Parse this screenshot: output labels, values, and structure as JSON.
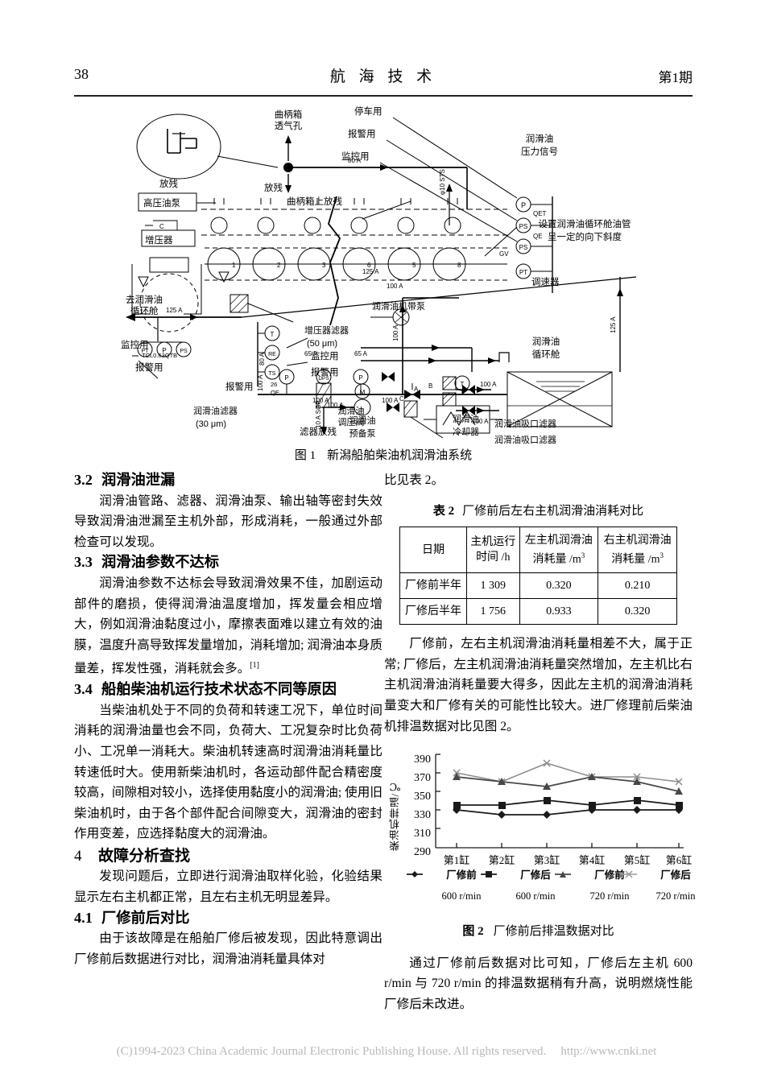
{
  "header": {
    "page_number": "38",
    "journal_title": "航 海 技 术",
    "issue": "第1期"
  },
  "figure1": {
    "caption_label": "图 1",
    "caption_text": "新潟船舶柴油机润滑油系统",
    "labels": {
      "crankcase_vent": "曲柄箱\n透气孔",
      "drain_left": "放残",
      "drain_mid": "放残",
      "crankcase_drain": "曲柄箱上放残",
      "stop_use": "停车用",
      "alarm_use_top": "报警用",
      "monitor_use_top": "监控用",
      "oil_pressure_signal": "润滑油\n压力信号",
      "hp_oil_pump": "高压油泵",
      "supercharger": "增压器",
      "governor": "调速器",
      "supercharger_filter": "增压器滤器",
      "supercharger_filter_spec": "(50 μm)",
      "monitor_use_mid": "监控用",
      "alarm_use_mid": "报警用",
      "to_lube_tank": "去润滑油\n循环舱",
      "monitor_use_left": "监控用",
      "alarm_use_left": "报警用",
      "tcl_code": "TCL0.63QTB",
      "alarm_use_low": "报警用",
      "lube_filter": "润滑油滤器",
      "lube_filter_spec": "(30 μm)",
      "filter_drain": "滤器放残",
      "pressure_valve": "润滑油\n调压阀",
      "oil_cooler": "润滑油\n冷却器",
      "engine_pump": "润滑油机带泵",
      "standby_pump": "润滑油\n预备泵",
      "suction_filter_1": "润滑油吸口滤器",
      "suction_filter_2": "润滑油吸口滤器",
      "circulation_tank": "润滑油\n循环舱",
      "slope_note": "设置润滑油循环舱油管\n呈一定的向下斜度"
    },
    "pipe_sizes": [
      "80 A",
      "125 A",
      "125 A",
      "100 A",
      "65 A",
      "65 A",
      "100 A",
      "100 A",
      "100 A",
      "125 A",
      "100 A",
      "100 A",
      "100 A",
      "100 A",
      "100 A",
      "125 A",
      "80 A",
      "10 A SGP",
      "φ10 STS",
      "26 QE"
    ],
    "instrument_tags": [
      "P",
      "PS",
      "PS",
      "PT",
      "T",
      "RE",
      "TS",
      "P",
      "DPS",
      "P",
      "T",
      "M"
    ],
    "cylinder_numbers": [
      "1",
      "2",
      "3",
      "4",
      "5",
      "6"
    ],
    "branch_tags": [
      "QET",
      "QE",
      "GV",
      "A",
      "B",
      "C"
    ]
  },
  "left_column": {
    "sections": [
      {
        "heading_num": "3.2",
        "heading_text": "润滑油泄漏",
        "body": "润滑油管路、滤器、润滑油泵、输出轴等密封失效导致润滑油泄漏至主机外部，形成消耗，一般通过外部检查可以发现。"
      },
      {
        "heading_num": "3.3",
        "heading_text": "润滑油参数不达标",
        "body": "润滑油参数不达标会导致润滑效果不佳，加剧运动部件的磨损，使得润滑油温度增加，挥发量会相应增大，例如润滑油黏度过小，摩擦表面难以建立有效的油膜，温度升高导致挥发量增加，消耗增加; 润滑油本身质量差，挥发性强，消耗就会多。",
        "ref_mark": "[1]"
      },
      {
        "heading_num": "3.4",
        "heading_text": "船舶柴油机运行技术状态不同等原因",
        "body": "当柴油机处于不同的负荷和转速工况下，单位时间消耗的润滑油量也会不同，负荷大、工况复杂时比负荷小、工况单一消耗大。柴油机转速高时润滑油消耗量比转速低时大。使用新柴油机时，各运动部件配合精密度较高，间隙相对较小，选择使用黏度小的润滑油; 使用旧柴油机时，由于各个部件配合间隙变大，润滑油的密封作用变差，应选择黏度大的润滑油。"
      }
    ],
    "big_heading": {
      "num": "4",
      "text": "故障分析查找",
      "body": "发现问题后，立即进行润滑油取样化验，化验结果显示左右主机都正常，且左右主机无明显差异。"
    },
    "section41": {
      "heading_num": "4.1",
      "heading_text": "厂修前后对比",
      "body": "由于该故障是在船舶厂修后被发现，因此特意调出厂修前后数据进行对比，润滑油消耗量具体对"
    }
  },
  "right_column": {
    "continuation": "比见表 2。",
    "table": {
      "caption_label": "表 2",
      "caption_text": "厂修前后左右主机润滑油消耗对比",
      "headers": [
        "日期",
        "主机运行\n时间 /h",
        "左主机润滑油\n消耗量 /m³",
        "右主机润滑油\n消耗量 /m³"
      ],
      "header_cells": [
        {
          "line1": "日期",
          "line2": ""
        },
        {
          "line1": "主机运行",
          "line2": "时间 /h"
        },
        {
          "line1": "左主机润滑油",
          "line2": "消耗量 /m",
          "unit_sup": "3"
        },
        {
          "line1": "右主机润滑油",
          "line2": "消耗量 /m",
          "unit_sup": "3"
        }
      ],
      "rows": [
        [
          "厂修前半年",
          "1 309",
          "0.320",
          "0.210"
        ],
        [
          "厂修后半年",
          "1 756",
          "0.933",
          "0.320"
        ]
      ]
    },
    "para_after_table": "厂修前，左右主机润滑油消耗量相差不大，属于正常; 厂修后，左主机润滑油消耗量突然增加，左主机比右主机润滑油消耗量要大得多，因此左主机的润滑油消耗量变大和厂修有关的可能性比较大。进厂修理前后柴油机排温数据对比见图 2。",
    "figure2_caption_label": "图 2",
    "figure2_caption_text": "厂修前后排温数据对比",
    "para_end": "通过厂修前后数据对比可知，厂修后左主机 600 r/min 与 720 r/min 的排温数据稍有升高，说明燃烧性能厂修后未改进。"
  },
  "chart_data": {
    "type": "line",
    "title": "",
    "xlabel": "",
    "ylabel": "柴油机排温/℃",
    "categories": [
      "第1缸",
      "第2缸",
      "第3缸",
      "第4缸",
      "第5缸",
      "第6缸"
    ],
    "ylim": [
      290,
      390
    ],
    "yticks": [
      290,
      310,
      330,
      350,
      370,
      390
    ],
    "grid": false,
    "legend_position": "bottom",
    "series": [
      {
        "name": "厂修前",
        "sub": "600 r/min",
        "marker": "diamond",
        "color": "#1a1a1a",
        "values": [
          330,
          325,
          325,
          330,
          330,
          330
        ]
      },
      {
        "name": "厂修后",
        "sub": "600 r/min",
        "marker": "square",
        "color": "#1a1a1a",
        "values": [
          335,
          335,
          340,
          335,
          340,
          335
        ]
      },
      {
        "name": "厂修前",
        "sub": "720 r/min",
        "marker": "triangle",
        "color": "#4a4a4a",
        "values": [
          365,
          360,
          355,
          365,
          360,
          350
        ]
      },
      {
        "name": "厂修后",
        "sub": "720 r/min",
        "marker": "cross",
        "color": "#8a8a8a",
        "values": [
          370,
          360,
          380,
          365,
          365,
          360
        ]
      }
    ]
  },
  "footer": {
    "copyright": "(C)1994-2023 China Academic Journal Electronic Publishing House. All rights reserved.",
    "url": "http://www.cnki.net"
  }
}
